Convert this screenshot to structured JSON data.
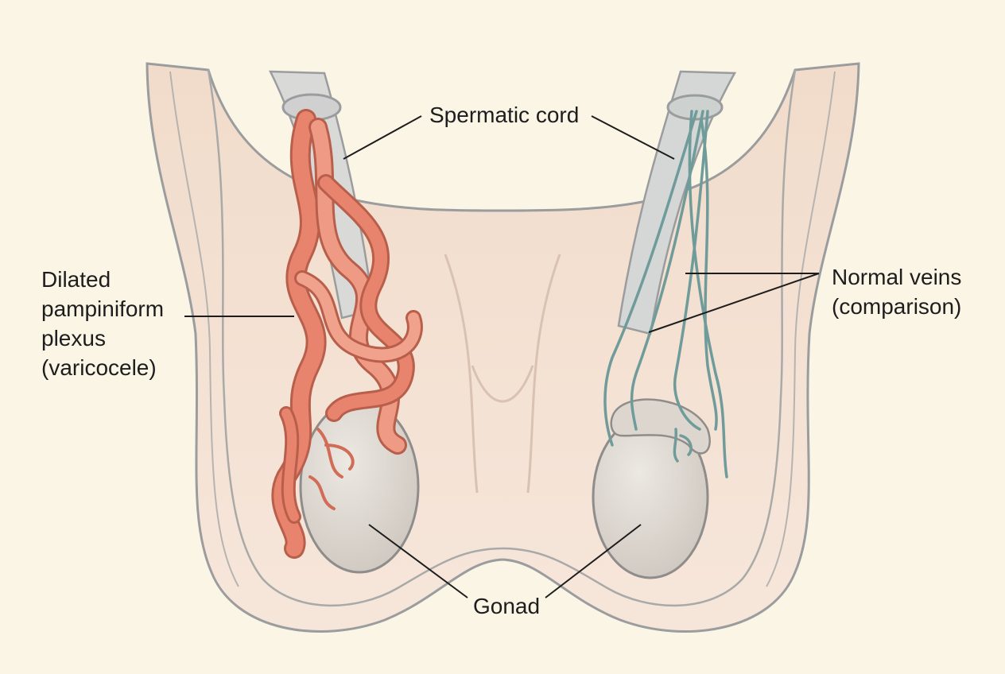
{
  "labels": {
    "spermatic_cord": "Spermatic cord",
    "varicocele": [
      "Dilated",
      "pampiniform",
      "plexus",
      "(varicocele)"
    ],
    "normal_veins": [
      "Normal veins",
      "(comparison)"
    ],
    "gonad": "Gonad"
  },
  "colors": {
    "background": "#fbf5e6",
    "skin": "#f3ddcd",
    "outline": "#9a9c9e",
    "dilated_vein": "#e8836d",
    "normal_vein": "#6f9c9a",
    "gonad": "#dcd6cf",
    "leader_line": "#1d1d1d"
  }
}
